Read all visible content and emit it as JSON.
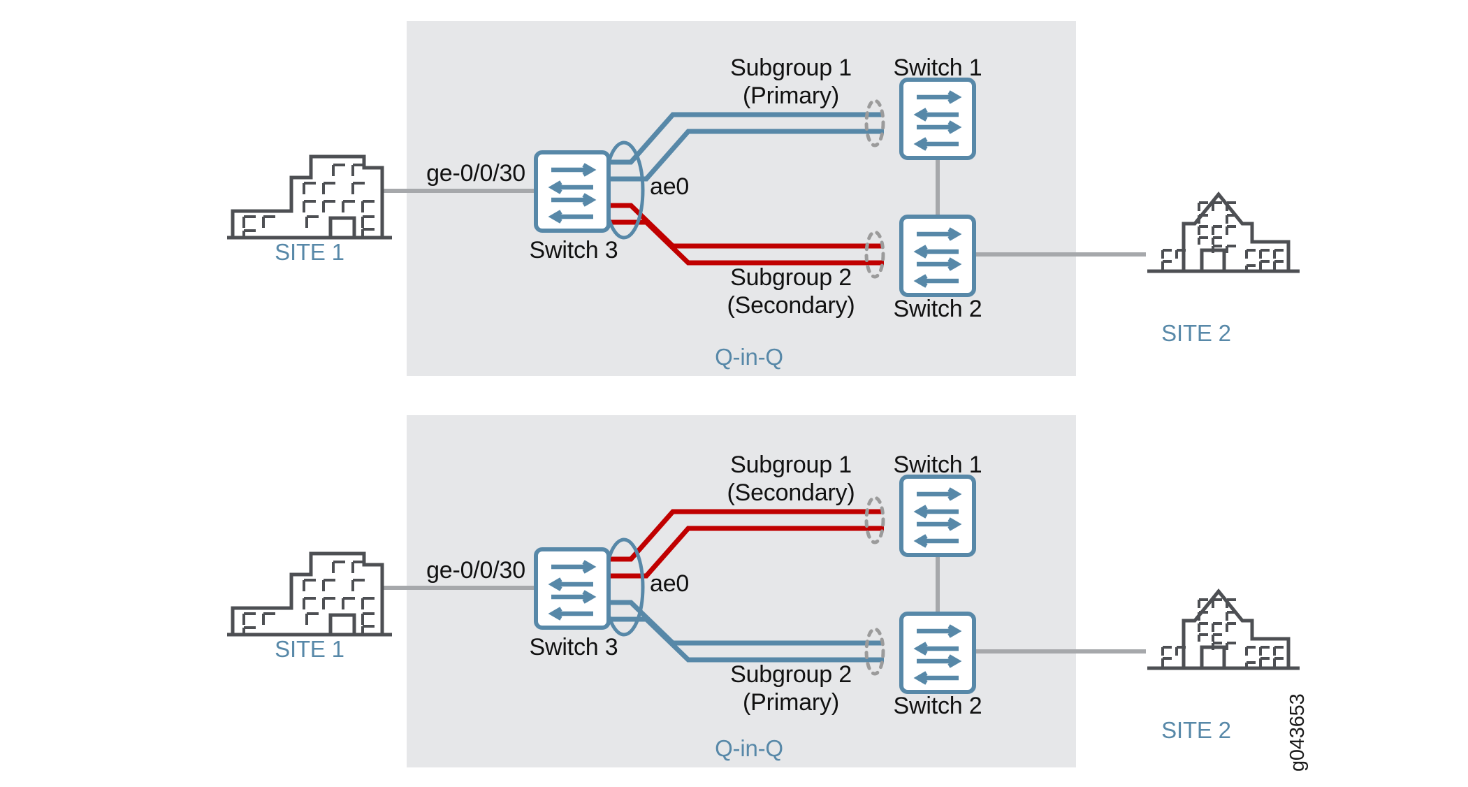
{
  "figure": {
    "id_label": "g043653",
    "background_color": "#ffffff",
    "panel_color": "#e6e7e9",
    "accent_blue": "#5788a8",
    "accent_red": "#c00000",
    "neutral_gray": "#a6a8ab",
    "outline_gray": "#4d4f53"
  },
  "panels": [
    {
      "name": "top-panel",
      "qinq_label": "Q-in-Q",
      "site_left": {
        "label": "SITE 1",
        "icon": "office-building-icon"
      },
      "site_right": {
        "label": "SITE 2",
        "icon": "church-building-icon"
      },
      "access_link_label": "ge-0/0/30",
      "bundle_label": "ae0",
      "switches": [
        {
          "name": "switch-1",
          "label": "Switch 1"
        },
        {
          "name": "switch-2",
          "label": "Switch 2"
        },
        {
          "name": "switch-3",
          "label": "Switch 3"
        }
      ],
      "subgroups": [
        {
          "name": "subgroup-1",
          "line1": "Subgroup 1",
          "line2": "(Primary)",
          "color": "#5788a8",
          "target": "Switch 1"
        },
        {
          "name": "subgroup-2",
          "line1": "Subgroup 2",
          "line2": "(Secondary)",
          "color": "#c00000",
          "target": "Switch 2"
        }
      ]
    },
    {
      "name": "bottom-panel",
      "qinq_label": "Q-in-Q",
      "site_left": {
        "label": "SITE 1",
        "icon": "office-building-icon"
      },
      "site_right": {
        "label": "SITE 2",
        "icon": "church-building-icon"
      },
      "access_link_label": "ge-0/0/30",
      "bundle_label": "ae0",
      "switches": [
        {
          "name": "switch-1",
          "label": "Switch 1"
        },
        {
          "name": "switch-2",
          "label": "Switch 2"
        },
        {
          "name": "switch-3",
          "label": "Switch 3"
        }
      ],
      "subgroups": [
        {
          "name": "subgroup-1",
          "line1": "Subgroup 1",
          "line2": "(Secondary)",
          "color": "#c00000",
          "target": "Switch 1"
        },
        {
          "name": "subgroup-2",
          "line1": "Subgroup 2",
          "line2": "(Primary)",
          "color": "#5788a8",
          "target": "Switch 2"
        }
      ]
    }
  ]
}
